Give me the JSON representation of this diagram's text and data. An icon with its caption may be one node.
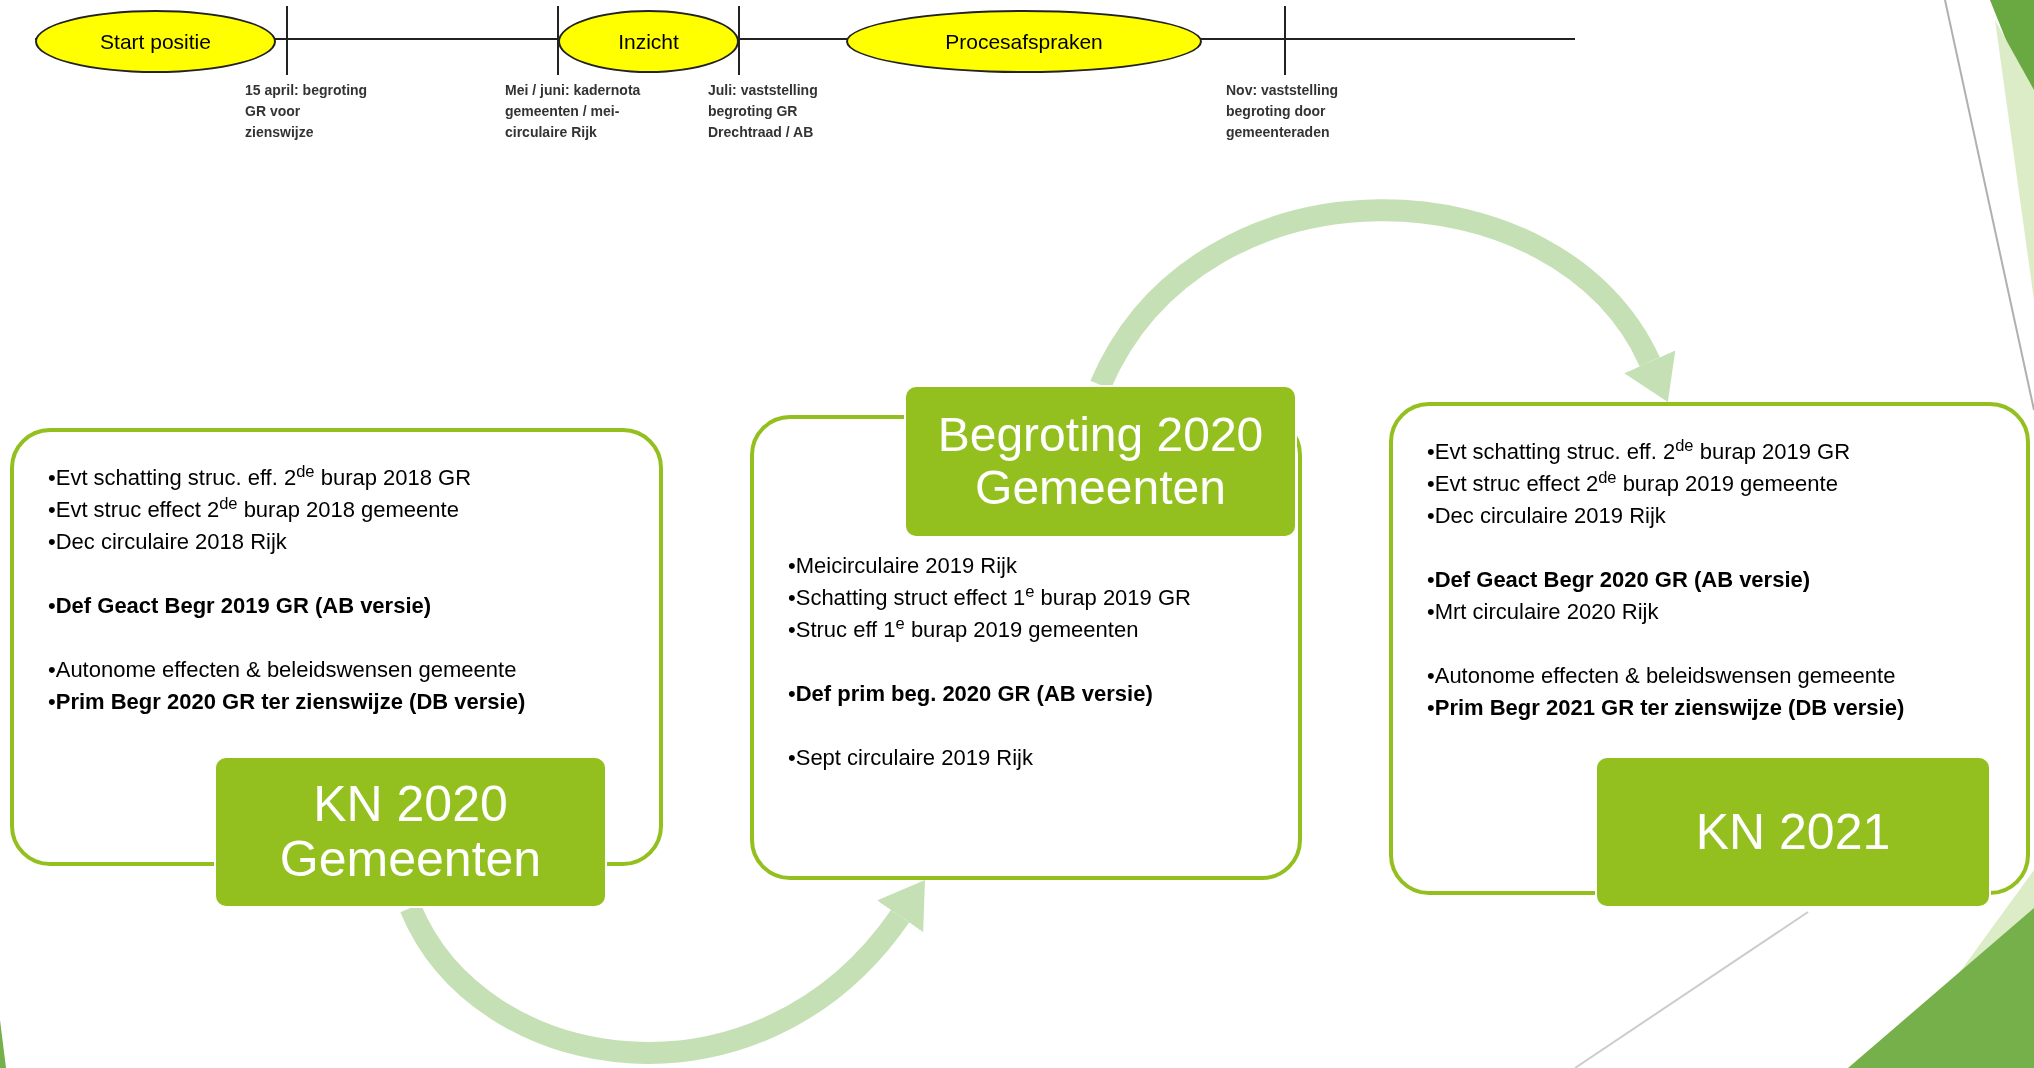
{
  "diagram": {
    "nodes": [
      {
        "text": [
          "Start positie"
        ]
      },
      {
        "text": [
          "Inzicht"
        ]
      },
      {
        "text": [
          "Procesafspraken"
        ]
      },
      {
        "text": [
          "•Evt schatting struc. eff. 2$^{de}$ burap 2018 GR",
          "•Evt struc effect 2$^{de}$ burap 2018 gemeente",
          "•Dec circulaire 2018 Rijk",
          "•**Def Geact Begr 2019 GR (AB versie)**",
          "•Autonome effecten & beleidswensen gemeente",
          "•**Prim Begr 2020 GR ter zienswijze (DB versie)**"
        ]
      },
      {
        "text": [
          "KN 2020 Gemeenten"
        ]
      },
      {
        "text": [
          "Begroting 2020 Gemeenten"
        ]
      },
      {
        "text": [
          "•Meicirculaire 2019 Rijk",
          "•Schatting struct effect 1$^{e}$ burap 2019 GR",
          "•Struc eff 1$^{e}$ burap 2019 gemeenten",
          "•**Def prim beg. 2020 GR (AB versie)**",
          "•Sept circulaire 2019 Rijk"
        ]
      },
      {
        "text": [
          "•Evt schatting struc. eff. 2$^{de}$ burap 2019 GR",
          "•Evt struc effect 2$^{de}$ burap 2019 gemeente",
          "•Dec circulaire 2019 Rijk",
          "•**Def Geact Begr 2020 GR (AB versie)**",
          "•Mrt circulaire 2020 Rijk",
          "•Autonome effecten & beleidswensen gemeente",
          "•**Prim Begr 2021 GR ter zienswijze (DB versie)**"
        ]
      },
      {
        "text": [
          "KN 2021"
        ]
      }
    ],
    "edges": [
      {
        "from": 4,
        "to": 6,
        "arrow": "to"
      },
      {
        "from": 5,
        "to": 7,
        "arrow": "to"
      }
    ],
    "labels": [
      "15 april: begroting GR voor zienswijze",
      "Mei / juni: kadernota gemeenten / mei-circulaire Rijk",
      "Juli: vaststelling begroting GR Drechtraad / AB",
      "Nov: vaststelling begroting door gemeenteraden"
    ]
  }
}
